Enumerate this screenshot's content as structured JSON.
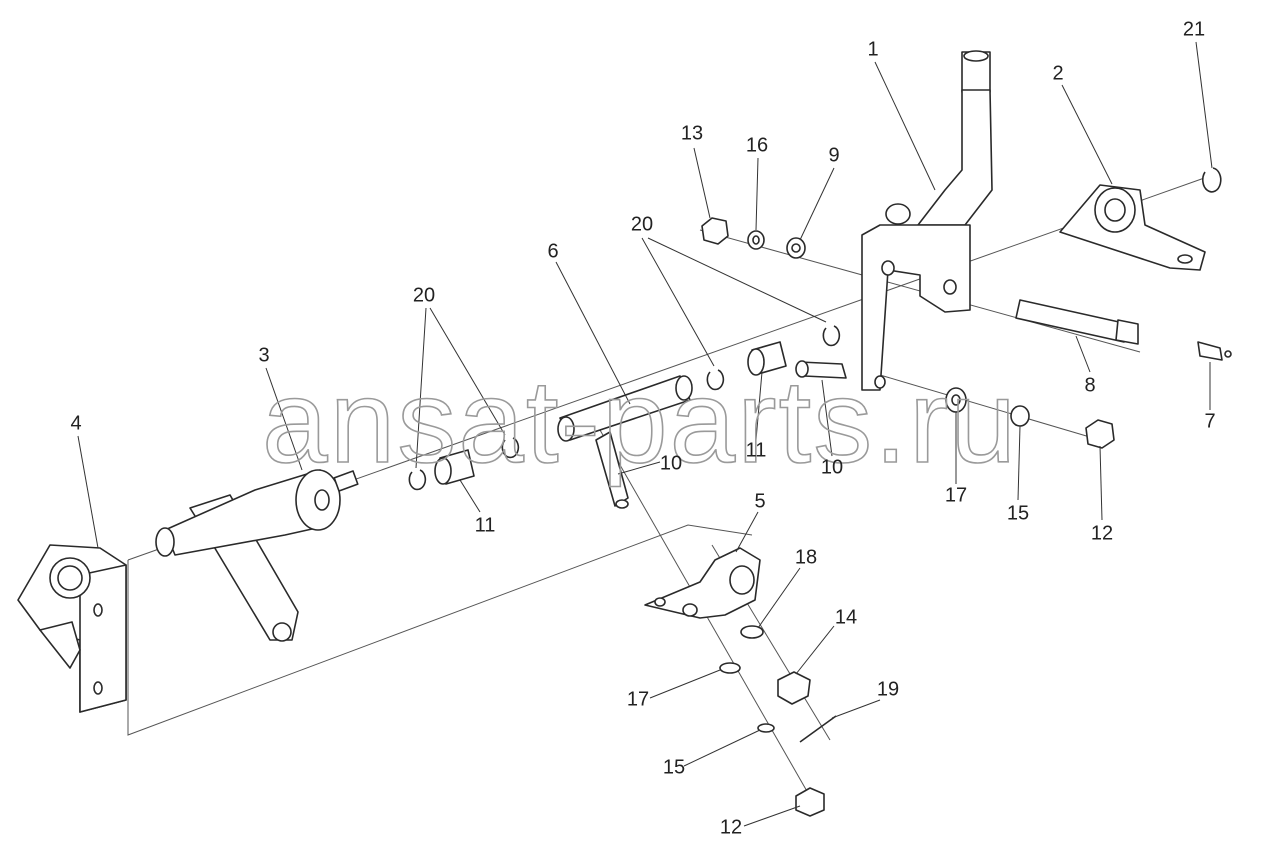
{
  "watermark": "ansat-parts.ru",
  "callouts": {
    "c1": "1",
    "c2": "2",
    "c3": "3",
    "c4": "4",
    "c5": "5",
    "c6": "6",
    "c7": "7",
    "c8": "8",
    "c9": "9",
    "c10a": "10",
    "c10b": "10",
    "c11a": "11",
    "c11b": "11",
    "c12a": "12",
    "c12b": "12",
    "c13": "13",
    "c14": "14",
    "c15a": "15",
    "c15b": "15",
    "c16": "16",
    "c17a": "17",
    "c17b": "17",
    "c18": "18",
    "c19": "19",
    "c20a": "20",
    "c20b": "20",
    "c21": "21"
  }
}
